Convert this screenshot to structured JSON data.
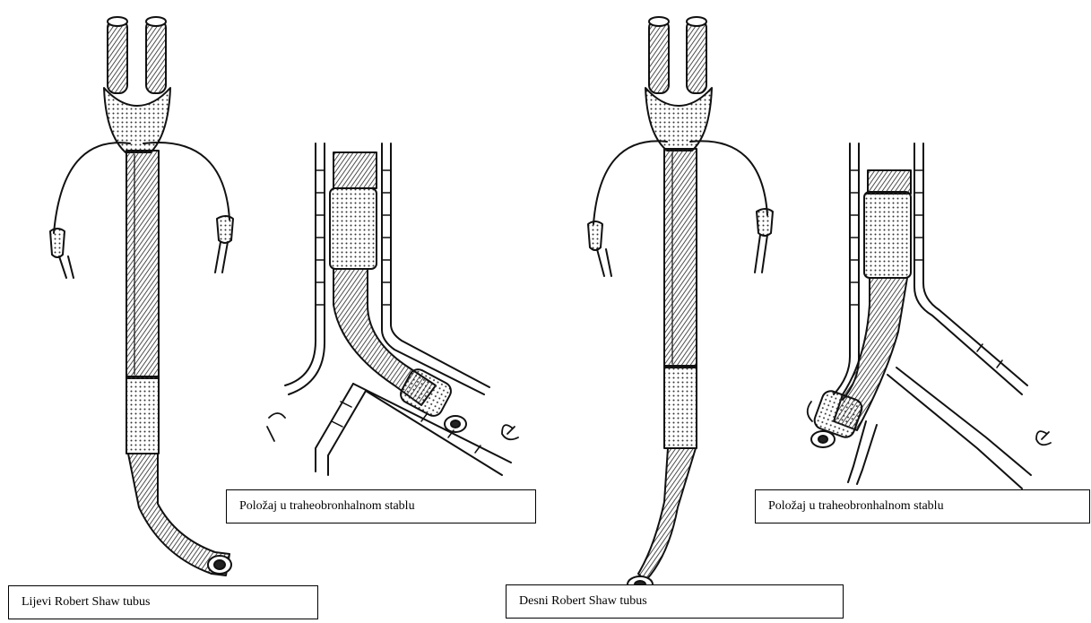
{
  "captions": {
    "left_tube": "Lijevi Robert Shaw tubus",
    "left_position": "Položaj u traheobronhalnom stablu",
    "right_tube": "Desni Robert Shaw tubus",
    "right_position": "Položaj u traheobronhalnom stablu"
  },
  "colors": {
    "ink": "#111111",
    "paper": "#ffffff"
  }
}
